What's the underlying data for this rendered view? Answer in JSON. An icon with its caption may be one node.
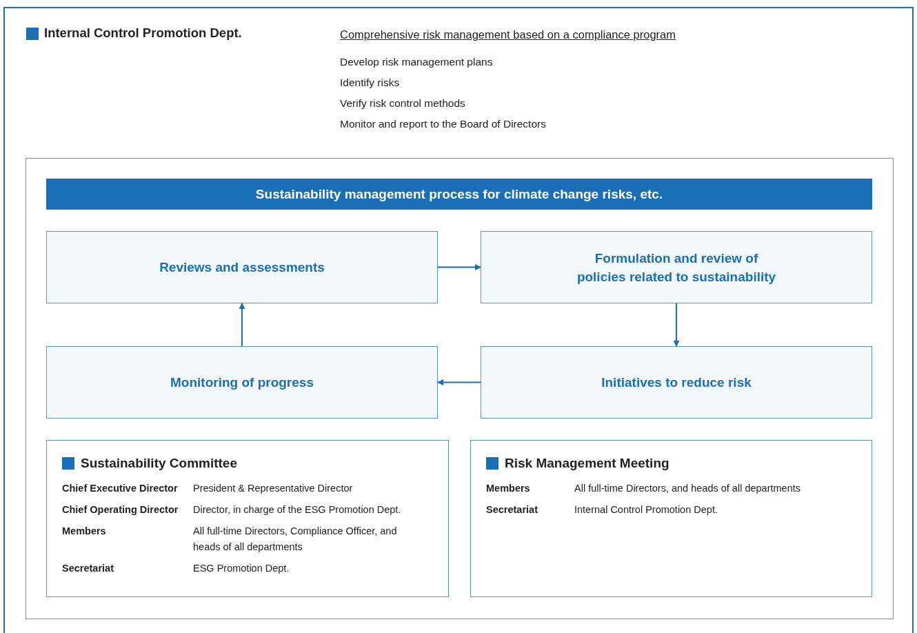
{
  "diagram": {
    "nodes": [
      {
        "text": [],
        "shape": "box"
      },
      {
        "text": [
          "Sustainability management process for climate change risks, etc."
        ],
        "in": 0
      },
      {
        "text": [
          "Reviews and assessments"
        ],
        "in": 0
      },
      {
        "text": [
          "Formulation and review of policies related to sustainability"
        ],
        "in": 0
      },
      {
        "text": [
          "Monitoring of progress"
        ],
        "in": 0
      },
      {
        "text": [
          "Initiatives to reduce risk"
        ],
        "in": 0
      },
      {
        "text": [
          "Sustainability Committee",
          "Chief Executive Director",
          "President & Representative Director",
          "Chief Operating Director",
          "Director, in charge of the ESG Promotion Dept.",
          "Members",
          "All full-time Directors, Compliance Officer, and heads of all departments",
          "Secretariat",
          "ESG Promotion Dept."
        ],
        "in": 0
      },
      {
        "text": [
          "Risk Management Meeting",
          "Members",
          "All full-time Directors, and heads of all departments",
          "Secretariat",
          "Internal Control Promotion Dept."
        ],
        "in": 0
      }
    ],
    "edges": [
      {
        "from": 2,
        "to": 3,
        "arrow": "to"
      },
      {
        "from": 3,
        "to": 5,
        "arrow": "to"
      },
      {
        "from": 5,
        "to": 4,
        "arrow": "to"
      },
      {
        "from": 4,
        "to": 2,
        "arrow": "to"
      }
    ],
    "labels": [
      "Internal Control Promotion Dept.",
      "Comprehensive risk management based on a compliance program",
      "Develop risk management plans",
      "Identify risks",
      "Verify risk control methods",
      "Monitor and report to the Board of Directors"
    ]
  }
}
